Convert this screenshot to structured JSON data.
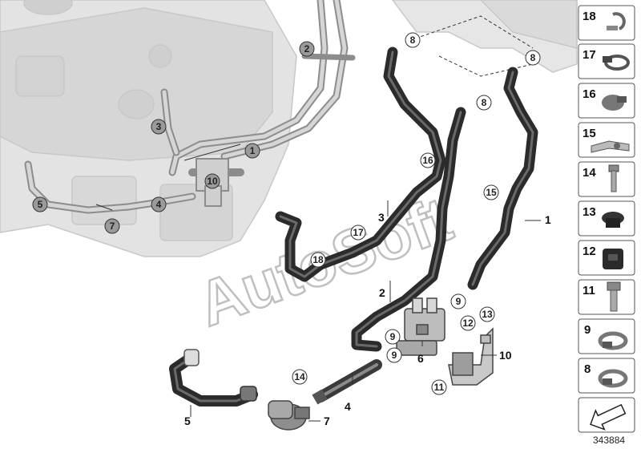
{
  "watermark": "AutoSoft",
  "diagram_id": "343884",
  "main_labels": [
    "1",
    "2",
    "3",
    "4",
    "5",
    "6",
    "7",
    "10"
  ],
  "callouts": [
    "1",
    "2",
    "3",
    "4",
    "5",
    "7",
    "8",
    "8",
    "8",
    "9",
    "9",
    "9",
    "10",
    "11",
    "12",
    "13",
    "14",
    "15",
    "16",
    "17",
    "18"
  ],
  "legend": [
    {
      "num": "18",
      "icon": "hose-clip-open-icon"
    },
    {
      "num": "17",
      "icon": "spring-clamp-icon"
    },
    {
      "num": "16",
      "icon": "clamp-with-tab-icon"
    },
    {
      "num": "15",
      "icon": "bracket-clip-icon"
    },
    {
      "num": "14",
      "icon": "torx-bolt-icon"
    },
    {
      "num": "13",
      "icon": "rubber-grommet-icon"
    },
    {
      "num": "12",
      "icon": "rubber-mount-icon"
    },
    {
      "num": "11",
      "icon": "hex-bolt-icon"
    },
    {
      "num": "9",
      "icon": "worm-clamp-icon"
    },
    {
      "num": "8",
      "icon": "hose-clamp-icon"
    }
  ],
  "colors": {
    "engine": "#dcdcdc",
    "hose": "#2b2b2b",
    "hose_highlight": "#6a6a6a",
    "pipe": "#9a9a9a",
    "legend_border": "#555555"
  }
}
